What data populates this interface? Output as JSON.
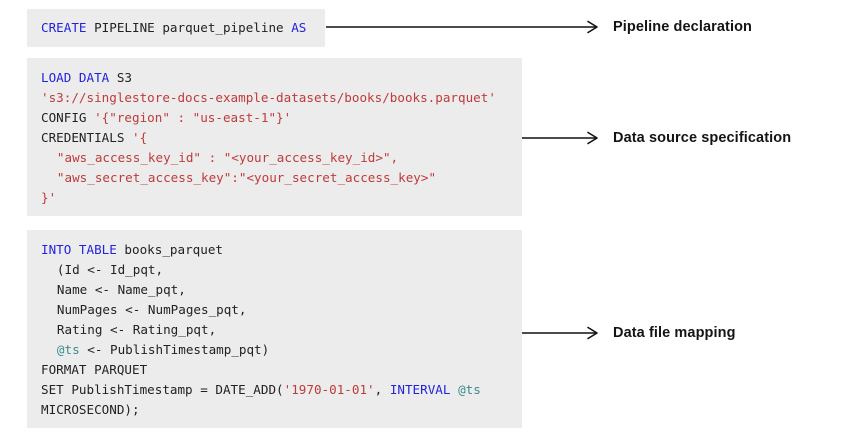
{
  "diagram": {
    "title": "SingleStore CREATE PIPELINE parquet example annotated",
    "background_color": "#ffffff",
    "code_block_background": "#ececec",
    "colors": {
      "keyword": "#2323dd",
      "string": "#bf3b3b",
      "variable": "#3c8c8c",
      "plain": "#222222",
      "arrow": "#111111",
      "label": "#141414"
    }
  },
  "blocks": [
    {
      "id": "pipeline-declaration",
      "label": "Pipeline declaration",
      "lines": [
        {
          "tokens": [
            {
              "t": "CREATE",
              "k": "kw"
            },
            {
              "t": " PIPELINE parquet_pipeline ",
              "k": "pln"
            },
            {
              "t": "AS",
              "k": "kw"
            }
          ]
        }
      ]
    },
    {
      "id": "data-source-specification",
      "label": "Data source specification",
      "lines": [
        {
          "tokens": [
            {
              "t": "LOAD DATA",
              "k": "kw"
            },
            {
              "t": " S3",
              "k": "pln"
            }
          ]
        },
        {
          "tokens": [
            {
              "t": "'s3://singlestore-docs-example-datasets/books/books.parquet'",
              "k": "str"
            }
          ]
        },
        {
          "tokens": [
            {
              "t": "CONFIG ",
              "k": "pln"
            },
            {
              "t": "'{\"region\" : \"us-east-1\"}'",
              "k": "str"
            }
          ]
        },
        {
          "tokens": [
            {
              "t": "CREDENTIALS ",
              "k": "pln"
            },
            {
              "t": "'{",
              "k": "str"
            }
          ]
        },
        {
          "indent": 1,
          "tokens": [
            {
              "t": "\"aws_access_key_id\" : \"<your_access_key_id>\",",
              "k": "str"
            }
          ]
        },
        {
          "indent": 1,
          "tokens": [
            {
              "t": "\"aws_secret_access_key\":\"<your_secret_access_key>\"",
              "k": "str"
            }
          ]
        },
        {
          "tokens": [
            {
              "t": "}'",
              "k": "str"
            }
          ]
        }
      ]
    },
    {
      "id": "data-file-mapping",
      "label": "Data file mapping",
      "lines": [
        {
          "tokens": [
            {
              "t": "INTO TABLE",
              "k": "kw"
            },
            {
              "t": " books_parquet",
              "k": "pln"
            }
          ]
        },
        {
          "indent": 1,
          "tokens": [
            {
              "t": "(Id <- Id_pqt,",
              "k": "pln"
            }
          ]
        },
        {
          "indent": 1,
          "tokens": [
            {
              "t": "Name <- Name_pqt,",
              "k": "pln"
            }
          ]
        },
        {
          "indent": 1,
          "tokens": [
            {
              "t": "NumPages <- NumPages_pqt,",
              "k": "pln"
            }
          ]
        },
        {
          "indent": 1,
          "tokens": [
            {
              "t": "Rating <- Rating_pqt,",
              "k": "pln"
            }
          ]
        },
        {
          "indent": 1,
          "tokens": [
            {
              "t": "@ts",
              "k": "var"
            },
            {
              "t": " <- PublishTimestamp_pqt)",
              "k": "pln"
            }
          ]
        },
        {
          "tokens": [
            {
              "t": "FORMAT PARQUET",
              "k": "pln"
            }
          ]
        },
        {
          "tokens": [
            {
              "t": "SET PublishTimestamp = DATE_ADD(",
              "k": "pln"
            },
            {
              "t": "'1970-01-01'",
              "k": "str"
            },
            {
              "t": ", ",
              "k": "pln"
            },
            {
              "t": "INTERVAL",
              "k": "kw"
            },
            {
              "t": " ",
              "k": "pln"
            },
            {
              "t": "@ts",
              "k": "var"
            }
          ]
        },
        {
          "tokens": [
            {
              "t": "MICROSECOND);",
              "k": "pln"
            }
          ]
        }
      ]
    }
  ],
  "annotations": {
    "declaration": {
      "label": "Pipeline declaration",
      "arrow": "right-arrow-icon"
    },
    "source": {
      "label": "Data source specification",
      "arrow": "right-arrow-icon"
    },
    "mapping": {
      "label": "Data file mapping",
      "arrow": "right-arrow-icon"
    }
  }
}
